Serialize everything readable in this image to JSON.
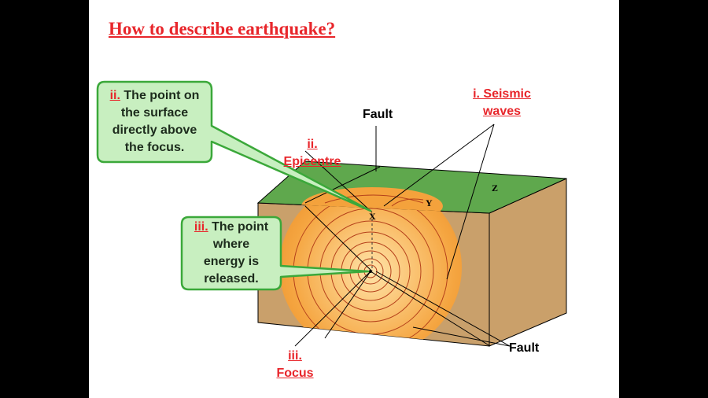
{
  "title": "How to describe earthquake?",
  "labels": {
    "seismic_waves_line1": "i. Seismic",
    "seismic_waves_line2": "waves",
    "fault_top": "Fault",
    "fault_bottom": "Fault",
    "epicentre_num": "ii.",
    "epicentre_name": "Epicentre",
    "focus_num": "iii.",
    "focus_name": "Focus",
    "point_x": "X",
    "point_y": "Y",
    "point_z": "Z"
  },
  "callouts": {
    "epicentre": {
      "num": "ii.",
      "line1": "The point on",
      "line2": "the surface",
      "line3": "directly above",
      "line4": "the focus."
    },
    "focus": {
      "num": "iii.",
      "line1": "The point",
      "line2": "where",
      "line3": "energy is",
      "line4": "released."
    }
  },
  "colors": {
    "title_red": "#e8262b",
    "surface_green": "#5fa84d",
    "block_tan": "#c9a06b",
    "wave_orange": "#f39a2c",
    "callout_fill": "#c8efc0",
    "callout_border": "#3ba83a"
  }
}
